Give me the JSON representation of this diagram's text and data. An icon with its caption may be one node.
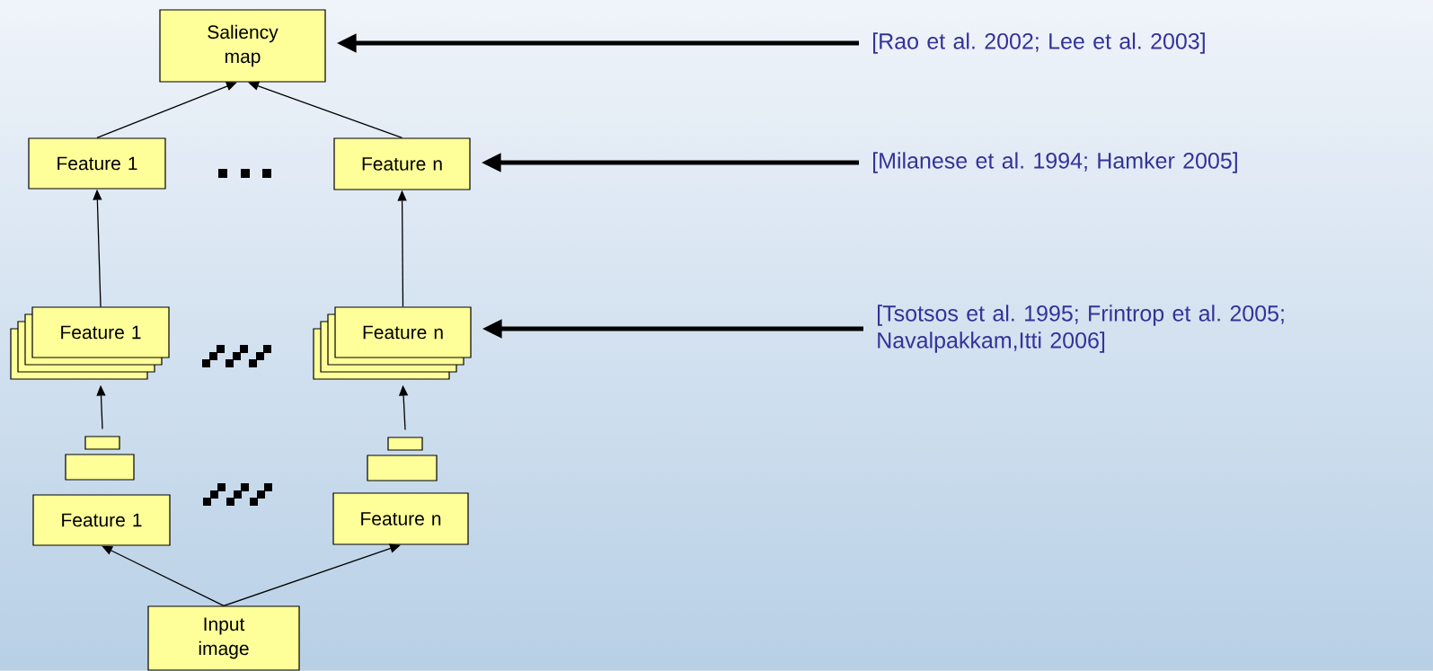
{
  "diagram": {
    "nodes": [
      {
        "text": [
          "Saliency map"
        ]
      },
      {
        "text": [
          "Feature 1"
        ]
      },
      {
        "text": [
          "Feature n"
        ]
      },
      {
        "text": [
          "Feature 1"
        ]
      },
      {
        "text": [
          "Feature n"
        ]
      },
      {
        "text": [],
        "shape": "box"
      },
      {
        "text": [],
        "shape": "box"
      },
      {
        "text": [],
        "shape": "box"
      },
      {
        "text": [],
        "shape": "box"
      },
      {
        "text": [
          "Feature 1"
        ]
      },
      {
        "text": [
          "Feature n"
        ]
      },
      {
        "text": [
          "Input image"
        ]
      },
      {
        "text": [
          "[Rao et al. 2002; Lee et al. 2003]"
        ]
      },
      {
        "text": [
          "[Milanese et al. 1994; Hamker 2005]"
        ]
      },
      {
        "text": [
          "[Tsotsos et al. 1995; Frintrop et al. 2005; Navalpakkam,Itti 2006]"
        ]
      }
    ],
    "edges": [
      {
        "from": 1,
        "to": 0,
        "arrow": "to"
      },
      {
        "from": 2,
        "to": 0,
        "arrow": "to"
      },
      {
        "from": 3,
        "to": 1,
        "arrow": "to"
      },
      {
        "from": 4,
        "to": 2,
        "arrow": "to"
      },
      {
        "from": 5,
        "to": 3,
        "arrow": "to"
      },
      {
        "from": 6,
        "to": 4,
        "arrow": "to"
      },
      {
        "from": 11,
        "to": 9,
        "arrow": "to"
      },
      {
        "from": 11,
        "to": 10,
        "arrow": "to"
      },
      {
        "from": 12,
        "to": 0,
        "arrow": "to",
        "style": "thick"
      },
      {
        "from": 13,
        "to": 2,
        "arrow": "to",
        "style": "thick"
      },
      {
        "from": 14,
        "to": 4,
        "arrow": "to",
        "style": "thick"
      }
    ]
  }
}
